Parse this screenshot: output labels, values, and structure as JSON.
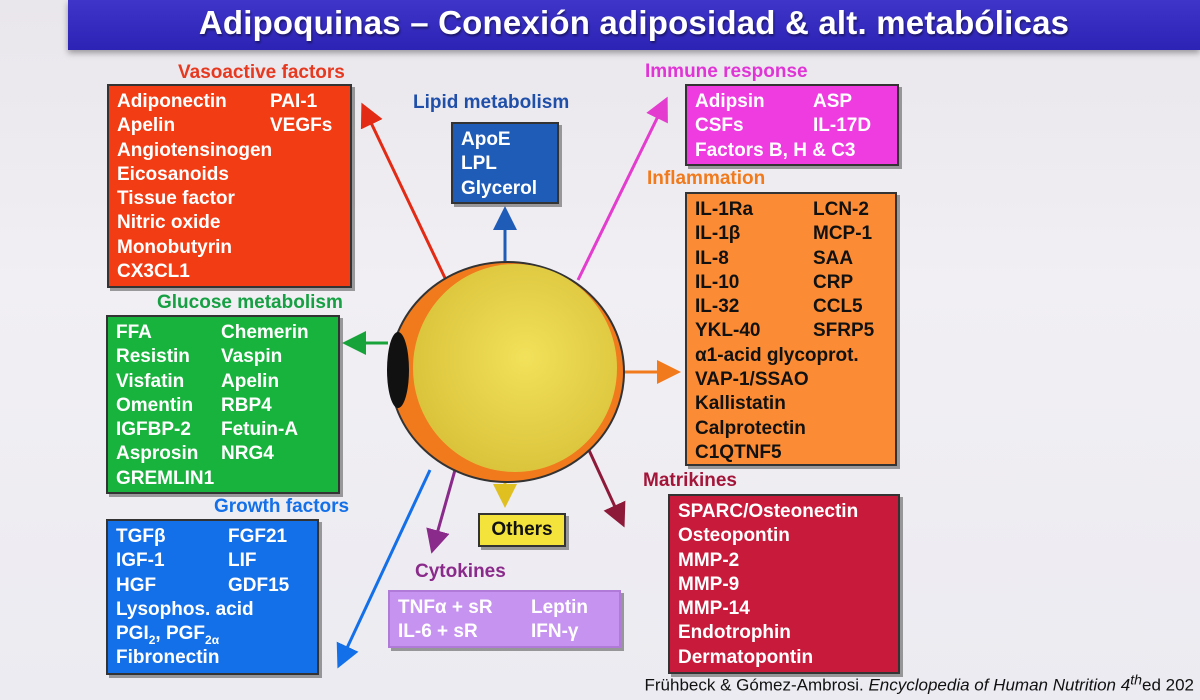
{
  "title": "Adipoquinas – Conexión adiposidad & alt. metabólicas",
  "colors": {
    "title_bar": "#3128bd",
    "vasoactive": "#f23c13",
    "lipid": "#1f5cb8",
    "immune": "#ee3ce0",
    "inflammation": "#fb8c35",
    "glucose": "#18b33c",
    "growth": "#1470e8",
    "cytokines": "#c693f0",
    "matrikines": "#c81a3a",
    "others": "#f3e33a",
    "cell_body": "#e8d34a",
    "cell_rim": "#f07a1c"
  },
  "groups": {
    "vasoactive": {
      "heading": "Vasoactive factors",
      "rows": [
        [
          "Adiponectin",
          "PAI-1"
        ],
        [
          "Apelin",
          "VEGFs"
        ],
        [
          "Angiotensinogen",
          ""
        ],
        [
          "Eicosanoids",
          ""
        ],
        [
          "Tissue factor",
          ""
        ],
        [
          "Nitric oxide",
          ""
        ],
        [
          "Monobutyrin",
          ""
        ],
        [
          "CX3CL1",
          ""
        ]
      ]
    },
    "lipid": {
      "heading": "Lipid metabolism",
      "rows": [
        [
          "ApoE"
        ],
        [
          "LPL"
        ],
        [
          "Glycerol"
        ]
      ]
    },
    "immune": {
      "heading": "Immune response",
      "rows": [
        [
          "Adipsin",
          "ASP"
        ],
        [
          "CSFs",
          "IL-17D"
        ],
        [
          "Factors B, H & C3",
          ""
        ]
      ]
    },
    "inflammation": {
      "heading": "Inflammation",
      "rows": [
        [
          "IL-1Ra",
          "LCN-2"
        ],
        [
          "IL-1β",
          "MCP-1"
        ],
        [
          "IL-8",
          "SAA"
        ],
        [
          "IL-10",
          "CRP"
        ],
        [
          "IL-32",
          "CCL5"
        ],
        [
          "YKL-40",
          "SFRP5"
        ],
        [
          "α1-acid glycoprot.",
          ""
        ],
        [
          "VAP-1/SSAO",
          ""
        ],
        [
          "Kallistatin",
          ""
        ],
        [
          "Calprotectin",
          ""
        ],
        [
          "C1QTNF5",
          ""
        ]
      ]
    },
    "glucose": {
      "heading": "Glucose metabolism",
      "rows": [
        [
          "FFA",
          "Chemerin"
        ],
        [
          "Resistin",
          "Vaspin"
        ],
        [
          "Visfatin",
          "Apelin"
        ],
        [
          "Omentin",
          "RBP4"
        ],
        [
          "IGFBP-2",
          "Fetuin-A"
        ],
        [
          "Asprosin",
          "NRG4"
        ],
        [
          "GREMLIN1",
          ""
        ]
      ]
    },
    "growth": {
      "heading": "Growth factors",
      "rows": [
        [
          "TGFβ",
          "FGF21"
        ],
        [
          "IGF-1",
          "LIF"
        ],
        [
          "HGF",
          "GDF15"
        ],
        [
          "Lysophos. acid",
          ""
        ]
      ],
      "pgi_row": {
        "a": "PGI",
        "a_sub": "2",
        "sep": ", PGF",
        "b_sub": "2α"
      },
      "last_row": "Fibronectin"
    },
    "cytokines": {
      "heading": "Cytokines",
      "rows": [
        [
          "TNFα + sR",
          "Leptin"
        ],
        [
          "IL-6 + sR",
          "IFN-γ"
        ]
      ]
    },
    "matrikines": {
      "heading": "Matrikines",
      "rows": [
        [
          "SPARC/Osteonectin"
        ],
        [
          "Osteopontin"
        ],
        [
          "MMP-2"
        ],
        [
          "MMP-9"
        ],
        [
          "MMP-14"
        ],
        [
          "Endotrophin"
        ],
        [
          "Dermatopontin"
        ]
      ]
    },
    "others": {
      "label": "Others"
    }
  },
  "credit": {
    "authors": "Frühbeck & Gómez-Ambrosi.",
    "book": "Encyclopedia of Human Nutrition 4",
    "sup": "th",
    "tail": "ed 202"
  }
}
